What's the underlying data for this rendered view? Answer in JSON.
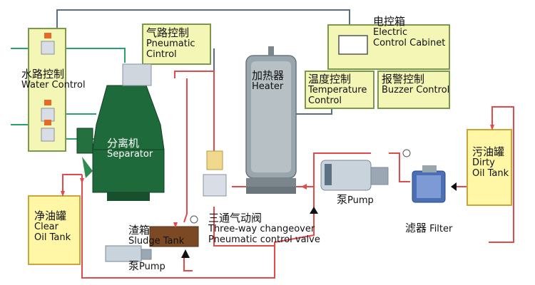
{
  "labels": {
    "water_control": {
      "cn": "水路控制",
      "en": "Water Control"
    },
    "pneumatic_control": {
      "cn": "气路控制",
      "en1": "Pneumatic",
      "en2": "Cintrol"
    },
    "heater": {
      "cn": "加热器",
      "en": "Heater"
    },
    "electric_cabinet": {
      "cn": "电控箱",
      "en1": "Electric",
      "en2": "Control Cabinet"
    },
    "temperature_control": {
      "cn": "温度控制",
      "en1": "Temperature",
      "en2": "Control"
    },
    "buzzer_control": {
      "cn": "报警控制",
      "en": "Buzzer Control"
    },
    "separator": {
      "cn": "分离机",
      "en": "Separator"
    },
    "dirty_oil_tank": {
      "cn": "污油罐",
      "en1": "Dirty",
      "en2": "Oil Tank"
    },
    "pump_main": {
      "cn": "泵",
      "en": "Pump"
    },
    "clear_oil_tank": {
      "cn": "净油罐",
      "en1": "Clear",
      "en2": "Oil Tank"
    },
    "sludge_tank": {
      "cn": "渣箱",
      "en": "Sludge Tank"
    },
    "sludge_pump": {
      "cn": "泵",
      "en": "Pump"
    },
    "three_way_valve": {
      "cn": "三通气动阀",
      "en1": "Three-way changeover",
      "en2": "Pneumatic control valve"
    },
    "filter": {
      "cn": "滤器",
      "en": "Filter"
    }
  },
  "colors": {
    "panel_fill": "#f3f6b4",
    "panel_stroke": "#7a9a4a",
    "tank_fill": "#fff7a6",
    "tank_stroke": "#c9a63a",
    "oil_pipe": "#e34b4b",
    "water_pipe": "#25a36b",
    "signal_line": "#5b6d86",
    "separator": "#1f6a3b",
    "heater_body": "#9aa6ad",
    "sludge_tank": "#7b4a24"
  }
}
